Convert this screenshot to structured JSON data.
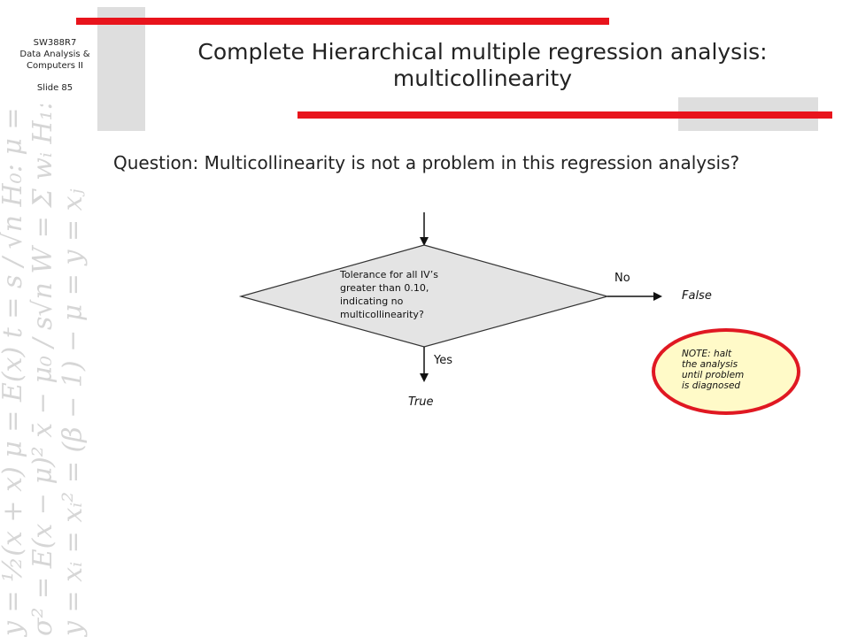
{
  "sidebar": {
    "course_code": "SW388R7",
    "course_name_1": "Data Analysis &",
    "course_name_2": "Computers II",
    "slide_label": "Slide 85"
  },
  "title": {
    "line1": "Complete Hierarchical multiple regression analysis:",
    "line2": "multicollinearity"
  },
  "question": {
    "label": "Question:",
    "text": "Multicollinearity is not a problem in this regression analysis?"
  },
  "flowchart": {
    "decision_lines": [
      "Tolerance for all IV’s",
      "greater than 0.10,",
      "indicating no",
      "multicollinearity?"
    ],
    "no_label": "No",
    "false_label": "False",
    "yes_label": "Yes",
    "true_label": "True",
    "note_lines": [
      "NOTE: halt",
      "the analysis",
      "until problem",
      "is diagnosed"
    ]
  },
  "colors": {
    "accent_red": "#e8141c",
    "decoration_grey": "#dedede",
    "diamond_fill": "#e4e4e4",
    "note_fill": "#fffac8"
  }
}
